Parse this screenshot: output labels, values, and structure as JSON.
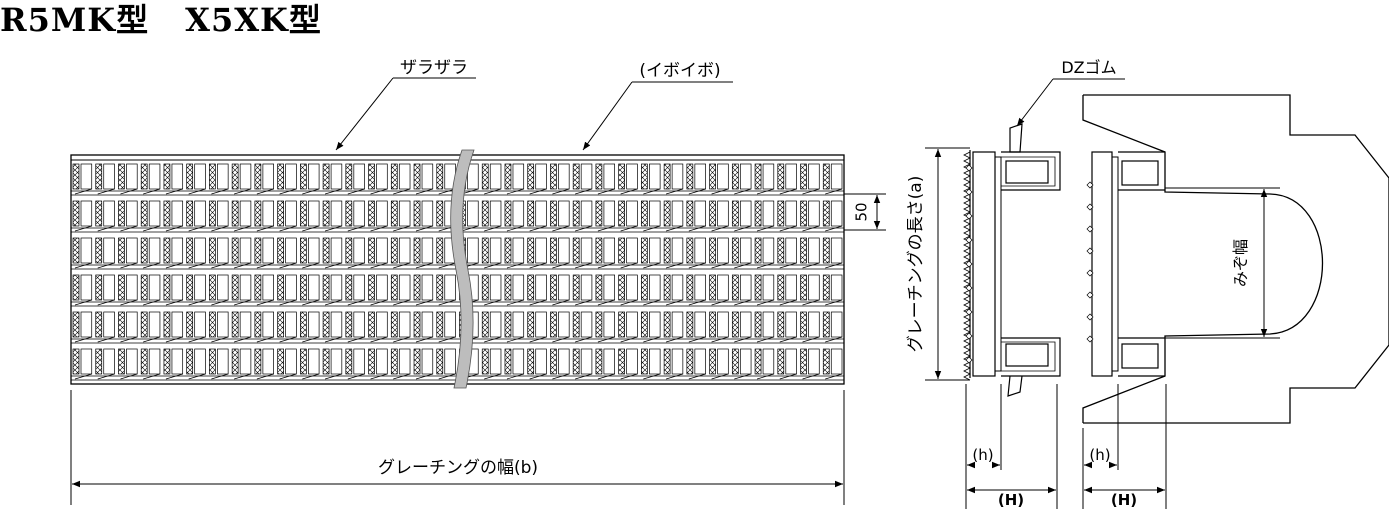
{
  "title": {
    "type1": "R5MK型",
    "type2": "X5XK型"
  },
  "labels": {
    "rough_surface": "ザラザラ",
    "bumps": "(イボイボ)",
    "pitch": "50",
    "grating_width": "グレーチングの幅(b)",
    "grating_length": "グレーチングの長さ(a)",
    "dz_rubber": "DZゴム",
    "groove_width": "みぞ幅",
    "h_left": "(h)",
    "H_left": "(H)",
    "h_right": "(h)",
    "H_right": "(H)"
  }
}
